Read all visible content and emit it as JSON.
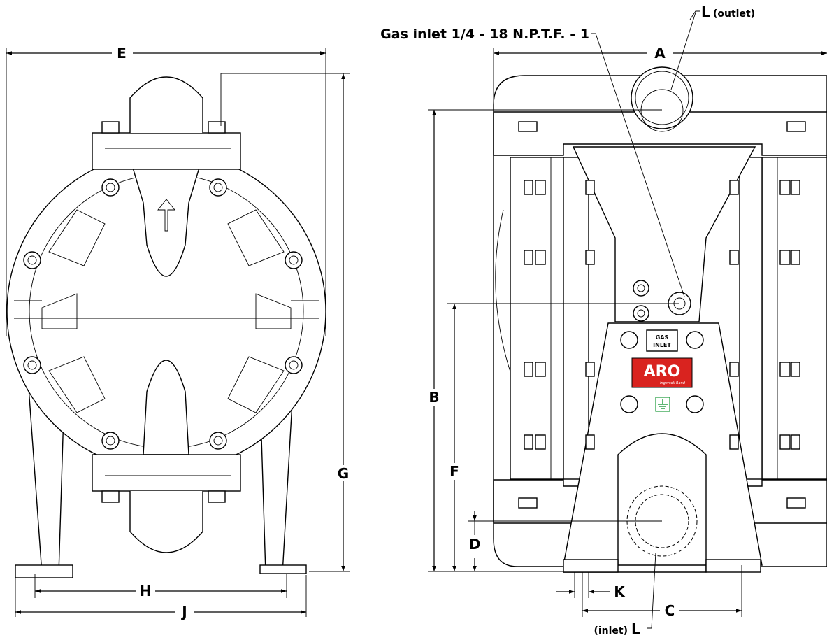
{
  "labels": {
    "E": "E",
    "A": "A",
    "B": "B",
    "C": "C",
    "D": "D",
    "F": "F",
    "G": "G",
    "H": "H",
    "J": "J",
    "K": "K",
    "gas_inlet_callout": "Gas inlet 1/4 - 18 N.P.T.F. - 1",
    "outlet_letter": "L",
    "outlet_text": "(outlet)",
    "inlet_text": "(inlet)",
    "inlet_letter": "L"
  },
  "plate": {
    "gas_line1": "GAS",
    "gas_line2": "INLET",
    "brand": "ARO",
    "brand_sub": "Ingersoll Rand",
    "brand_color": "#d9231f",
    "ground_color": "#1a9a3a"
  },
  "icons": {
    "flow_arrow": "up-arrow-icon",
    "ground": "ground-symbol-icon"
  }
}
